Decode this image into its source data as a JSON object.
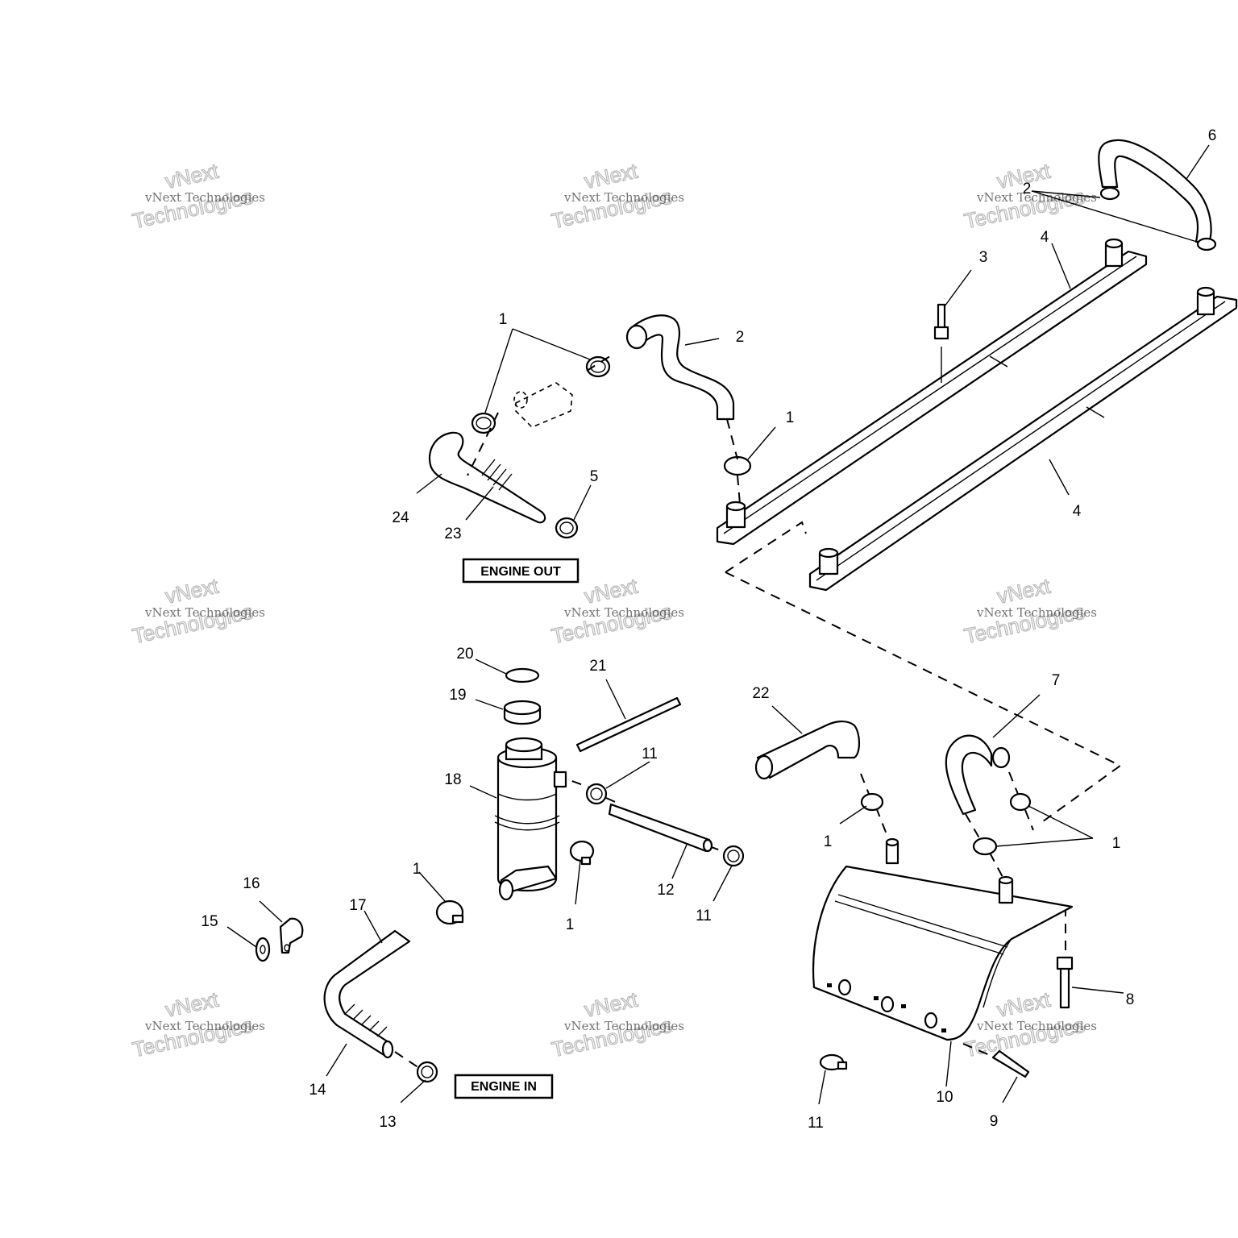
{
  "diagram": {
    "type": "exploded-parts-view",
    "labels": {
      "engine_out": "ENGINE OUT",
      "engine_in": "ENGINE IN"
    },
    "watermark": {
      "line1": "vNext Technologies",
      "line2": "Technologies",
      "line3": "vNext"
    },
    "callouts": [
      "1",
      "2",
      "3",
      "4",
      "5",
      "6",
      "7",
      "8",
      "9",
      "10",
      "11",
      "12",
      "13",
      "14",
      "15",
      "16",
      "17",
      "18",
      "19",
      "20",
      "21",
      "22",
      "23",
      "24"
    ]
  }
}
